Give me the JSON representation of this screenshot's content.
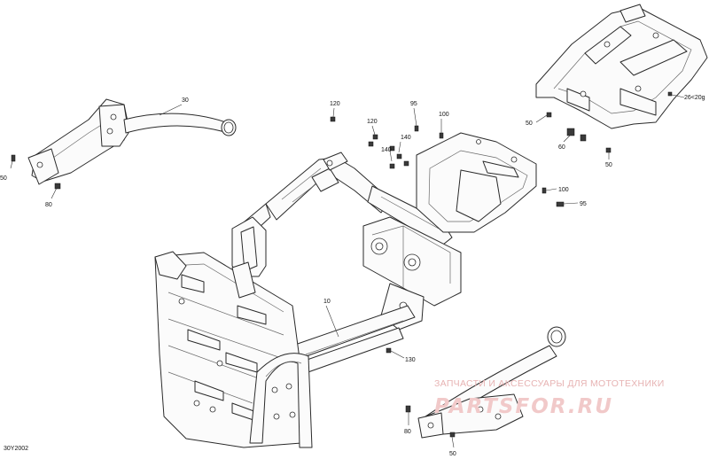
{
  "diagram_code": "30Y2002",
  "callouts": [
    {
      "id": "c30",
      "text": "30"
    },
    {
      "id": "c50a",
      "text": "50"
    },
    {
      "id": "c80a",
      "text": "80"
    },
    {
      "id": "c120a",
      "text": "120"
    },
    {
      "id": "c120b",
      "text": "120"
    },
    {
      "id": "c95a",
      "text": "95"
    },
    {
      "id": "c100a",
      "text": "100"
    },
    {
      "id": "c140a",
      "text": "140"
    },
    {
      "id": "c140b",
      "text": "140"
    },
    {
      "id": "c26",
      "text": "26<20g"
    },
    {
      "id": "c50b",
      "text": "50"
    },
    {
      "id": "c60",
      "text": "60"
    },
    {
      "id": "c50c",
      "text": "50"
    },
    {
      "id": "c100b",
      "text": "100"
    },
    {
      "id": "c95b",
      "text": "95"
    },
    {
      "id": "c10",
      "text": "10"
    },
    {
      "id": "c130",
      "text": "130"
    },
    {
      "id": "c80b",
      "text": "80"
    },
    {
      "id": "c50d",
      "text": "50"
    }
  ],
  "watermark": {
    "text": "ЗАПЧАСТИ И АКСЕССУАРЫ ДЛЯ МОТОТЕХНИКИ",
    "logo": "PARTSFOR.RU"
  }
}
